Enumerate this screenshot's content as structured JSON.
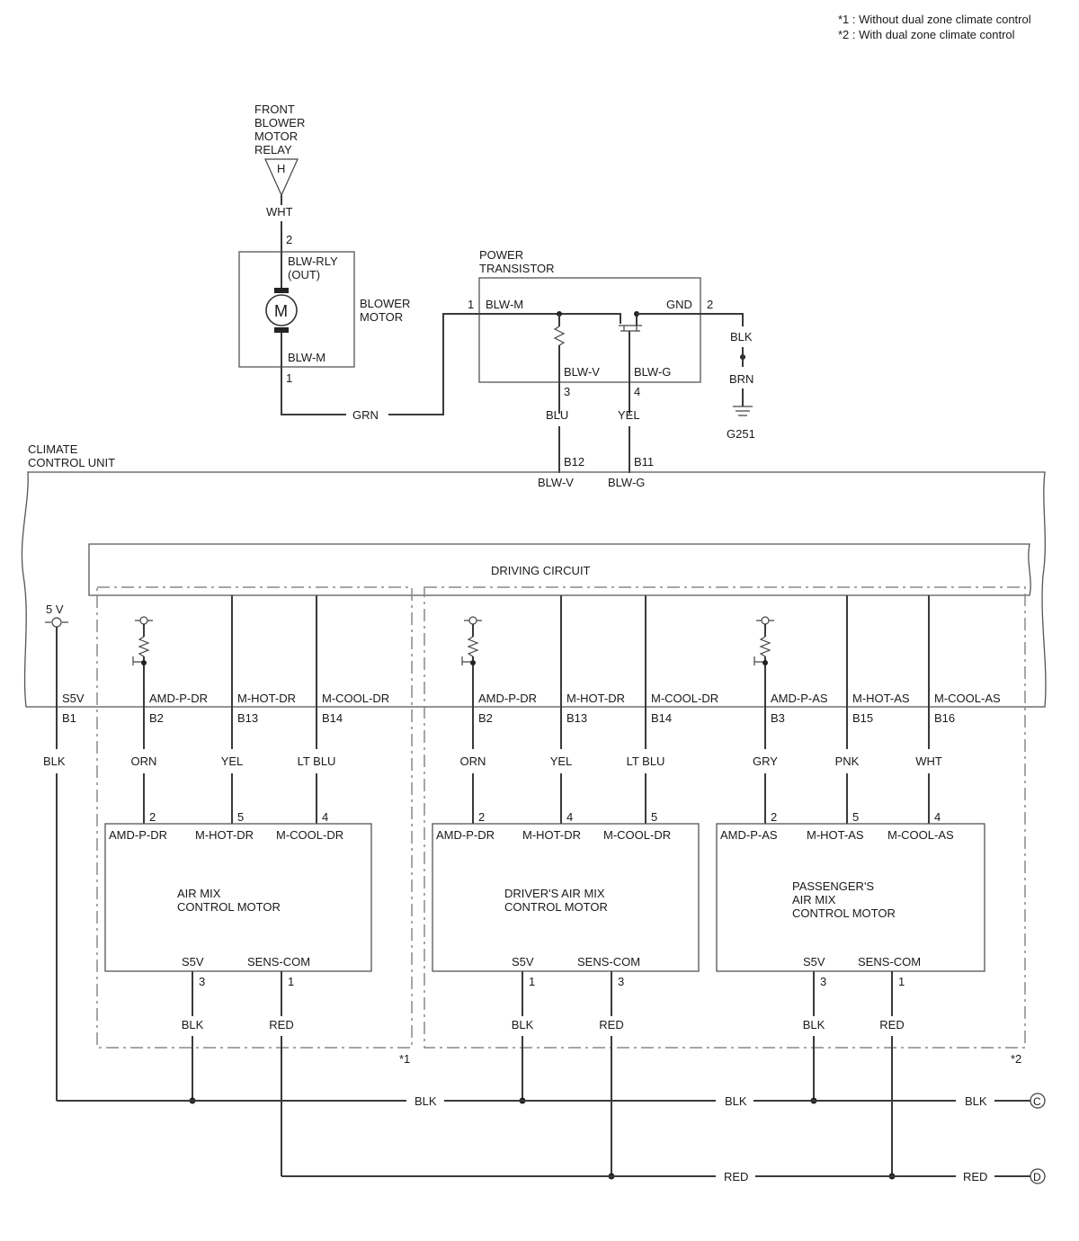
{
  "notes": {
    "n1": "*1 : Without dual zone climate control",
    "n2": "*2 : With dual zone climate control"
  },
  "relay": {
    "name_lines": [
      "FRONT",
      "BLOWER",
      "MOTOR",
      "RELAY"
    ],
    "terminal": "H",
    "wire": "WHT"
  },
  "blower": {
    "pin_top": "2",
    "top_label_1": "BLW-RLY",
    "top_label_2": "(OUT)",
    "symbol": "M",
    "name_1": "BLOWER",
    "name_2": "MOTOR",
    "bottom_label": "BLW-M",
    "pin_bottom": "1",
    "wire": "GRN"
  },
  "transistor": {
    "name_1": "POWER",
    "name_2": "TRANSISTOR",
    "pin_left": "1",
    "left_label": "BLW-M",
    "right_label": "GND",
    "pin_right": "2",
    "label_v": "BLW-V",
    "label_g": "BLW-G",
    "pin_v": "3",
    "pin_g": "4",
    "wire_v": "BLU",
    "wire_g": "YEL"
  },
  "ground": {
    "wire_1": "BLK",
    "wire_2": "BRN",
    "name": "G251"
  },
  "unit": {
    "name_1": "CLIMATE",
    "name_2": "CONTROL UNIT",
    "pin_b12": "B12",
    "pin_b11": "B11",
    "label_b12": "BLW-V",
    "label_b11": "BLW-G",
    "driving_circuit": "DRIVING CIRCUIT",
    "supply": "5 V"
  },
  "s5v": {
    "label": "S5V",
    "pin": "B1",
    "wire": "BLK"
  },
  "groups": [
    {
      "pins": [
        {
          "label": "AMD-P-DR",
          "pin": "B2",
          "wire": "ORN",
          "num": "2",
          "motor_label": "AMD-P-DR"
        },
        {
          "label": "M-HOT-DR",
          "pin": "B13",
          "wire": "YEL",
          "num": "5",
          "motor_label": "M-HOT-DR"
        },
        {
          "label": "M-COOL-DR",
          "pin": "B14",
          "wire": "LT BLU",
          "num": "4",
          "motor_label": "M-COOL-DR"
        }
      ],
      "motor": {
        "name_lines": [
          "AIR MIX",
          "CONTROL MOTOR"
        ],
        "s5v_label": "S5V",
        "s5v_pin": "3",
        "s5v_wire": "BLK",
        "sens_label": "SENS-COM",
        "sens_pin": "1",
        "sens_wire": "RED"
      },
      "note": "*1"
    },
    {
      "pins": [
        {
          "label": "AMD-P-DR",
          "pin": "B2",
          "wire": "ORN",
          "num": "2",
          "motor_label": "AMD-P-DR"
        },
        {
          "label": "M-HOT-DR",
          "pin": "B13",
          "wire": "YEL",
          "num": "4",
          "motor_label": "M-HOT-DR"
        },
        {
          "label": "M-COOL-DR",
          "pin": "B14",
          "wire": "LT BLU",
          "num": "5",
          "motor_label": "M-COOL-DR"
        }
      ],
      "motor": {
        "name_lines": [
          "DRIVER'S AIR MIX",
          "CONTROL MOTOR"
        ],
        "s5v_label": "S5V",
        "s5v_pin": "1",
        "s5v_wire": "BLK",
        "sens_label": "SENS-COM",
        "sens_pin": "3",
        "sens_wire": "RED"
      }
    },
    {
      "pins": [
        {
          "label": "AMD-P-AS",
          "pin": "B3",
          "wire": "GRY",
          "num": "2",
          "motor_label": "AMD-P-AS"
        },
        {
          "label": "M-HOT-AS",
          "pin": "B15",
          "wire": "PNK",
          "num": "5",
          "motor_label": "M-HOT-AS"
        },
        {
          "label": "M-COOL-AS",
          "pin": "B16",
          "wire": "WHT",
          "num": "4",
          "motor_label": "M-COOL-AS"
        }
      ],
      "motor": {
        "name_lines": [
          "PASSENGER'S",
          "AIR MIX",
          "CONTROL MOTOR"
        ],
        "s5v_label": "S5V",
        "s5v_pin": "3",
        "s5v_wire": "BLK",
        "sens_label": "SENS-COM",
        "sens_pin": "1",
        "sens_wire": "RED"
      },
      "note": "*2"
    }
  ],
  "bus": {
    "blk_1": "BLK",
    "blk_2": "BLK",
    "blk_3": "BLK",
    "red_1": "RED",
    "red_2": "RED",
    "conn_c": "C",
    "conn_d": "D"
  }
}
